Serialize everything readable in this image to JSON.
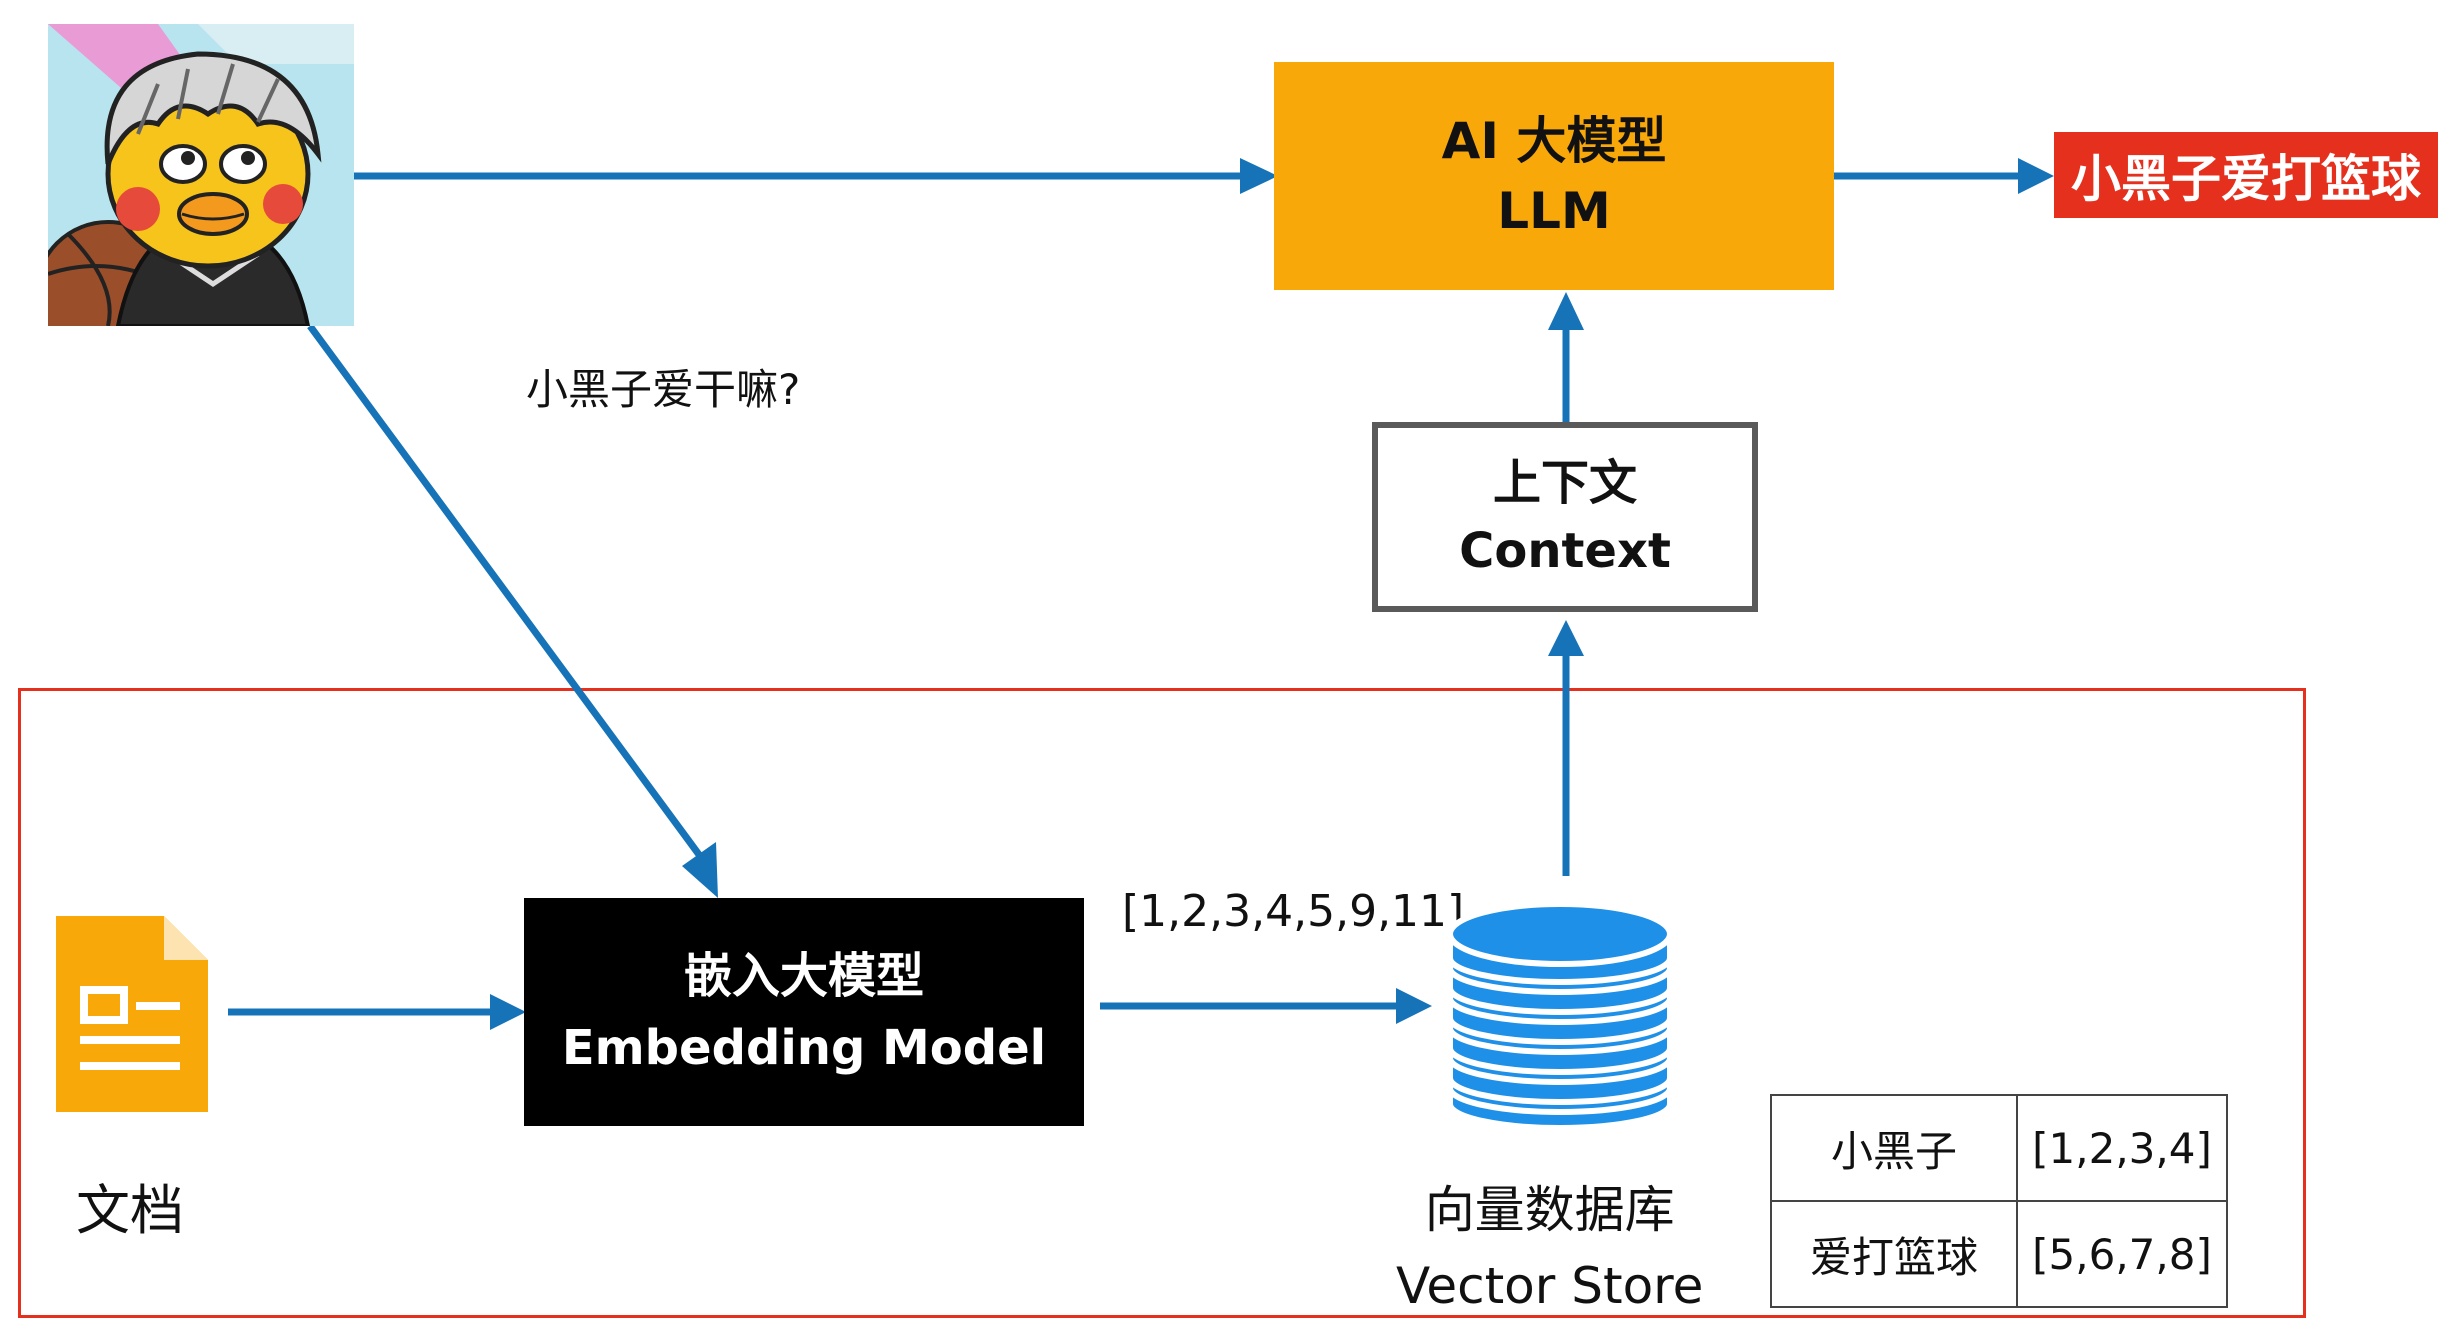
{
  "llm_box": {
    "line1": "AI 大模型",
    "line2": "LLM"
  },
  "answer": "小黑子爱打篮球",
  "question": "小黑子爱干嘛?",
  "context_box": {
    "line1": "上下文",
    "line2": "Context"
  },
  "embedding_box": {
    "line1": "嵌入大模型",
    "line2": "Embedding Model"
  },
  "vector_output": "[1,2,3,4,5,9,11]",
  "document_label": "文档",
  "vector_store": {
    "line1": "向量数据库",
    "line2": "Vector Store"
  },
  "store_table": [
    {
      "key": "小黑子",
      "vector": "[1,2,3,4]"
    },
    {
      "key": "爱打篮球",
      "vector": "[5,6,7,8]"
    }
  ],
  "colors": {
    "arrow": "#1773b8",
    "llm_fill": "#f9a80a",
    "answer_fill": "#e5301e",
    "region_border": "#e5301e",
    "database": "#1e90e8",
    "document": "#f9a80a"
  },
  "icons": {
    "avatar": "cartoon-chick-avatar-icon",
    "document": "document-icon",
    "database": "database-icon"
  }
}
